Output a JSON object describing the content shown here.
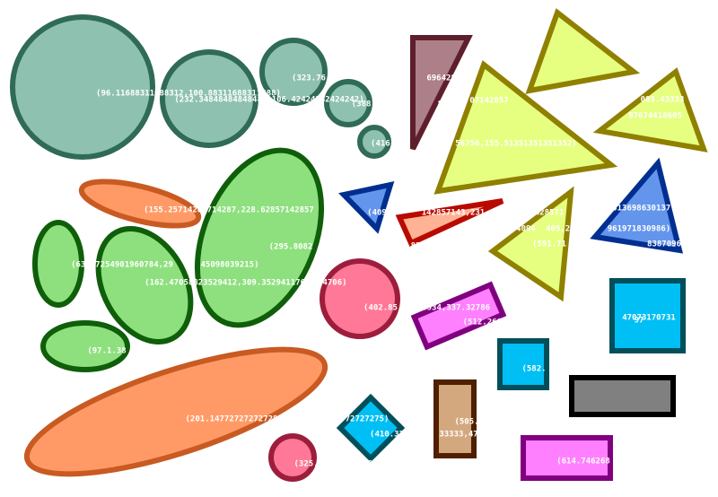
{
  "colors": {
    "teal_fill": "#8fc1b0",
    "teal_stroke": "#2f6b55",
    "green_fill": "#8ee07e",
    "green_stroke": "#0f5e0a",
    "orange_fill": "#ff9a66",
    "orange_stroke": "#c85a22",
    "pink_fill": "#ff7898",
    "pink_stroke": "#9c1e3c",
    "yellow_fill": "#e6ff80",
    "yellow_stroke": "#8f8000",
    "blue_fill": "#6495ed",
    "blue_stroke": "#002f8f",
    "salmon_fill": "#ffb294",
    "salmon_stroke": "#b80a00",
    "maroon_fill": "#ad7f89",
    "maroon_stroke": "#5e1f2c",
    "magenta_fill": "#ff80ff",
    "magenta_stroke": "#800080",
    "cyan_fill": "#00bff5",
    "cyan_stroke": "#004f5a",
    "tan_fill": "#d4a87e",
    "tan_stroke": "#4f1f00",
    "gray_fill": "#808080",
    "gray_stroke": "#000000"
  },
  "labels": {
    "c1": "(96.11688311688312,100.88311688311688)",
    "c2": "(232.34848484848484,106.42424242424242)",
    "c3": "(323.76",
    "c4": "(388.1",
    "c5": "(416.75",
    "t1": "69642857",
    "t2": "07142857",
    "t2b": "85",
    "t3": "56756,155.51351351351352)",
    "t4": "085.43333",
    "t4b": "97674418605",
    "e1": "(155.25714285714287,228.62857142857",
    "e2": "(295.8082",
    "e3": "(63.37254901960784,29",
    "e3b": "45098039215)",
    "e4": "(162.47058823529412,309.35294117647",
    "e4b": "4706)",
    "t5": "(409",
    "t6": "142857143,231",
    "t6b": "83",
    "t7": "4094",
    "t7b": "405,249",
    "t7c": "428571",
    "t7d": "(591.71",
    "t8": ".013698630137",
    "t8b": "961971830986)",
    "t8c": "8387096",
    "c6": "(402.85",
    "r1": "6163934,337.32786",
    "r1b": "(512.2608",
    "r2": "(582.",
    "r3": "97",
    "r3b": "47073170731",
    "e5": "(97.1.38",
    "e6": "(201.14772727272728",
    "d1": "72727275)",
    "d1b": "(410.33",
    "d1c": "33333,47",
    "r4": "(505.",
    "r5": "(614.746268",
    "c7": "(325.",
    "c7b": "09"
  }
}
